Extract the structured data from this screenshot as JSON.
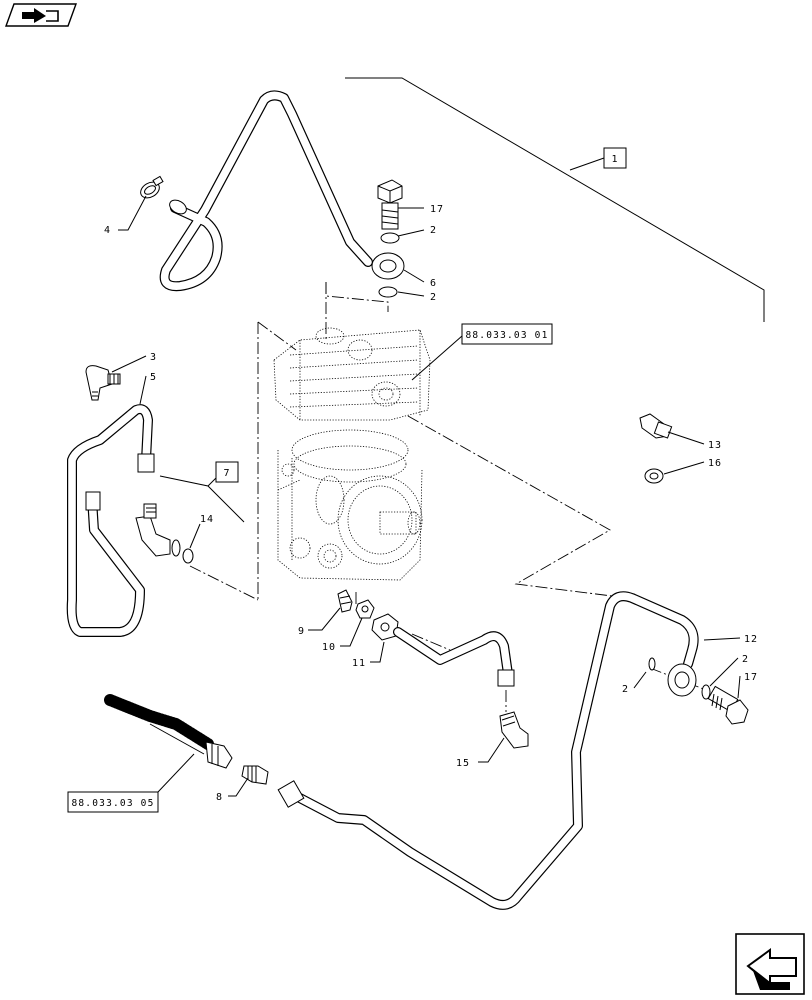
{
  "callouts": {
    "c1": "1",
    "c2a": "2",
    "c2b": "2",
    "c2c": "2",
    "c2d": "2",
    "c3": "3",
    "c4": "4",
    "c5": "5",
    "c6": "6",
    "c7": "7",
    "c8": "8",
    "c9": "9",
    "c10": "10",
    "c11": "11",
    "c12": "12",
    "c13": "13",
    "c14": "14",
    "c15": "15",
    "c16": "16",
    "c17a": "17",
    "c17b": "17"
  },
  "refs": {
    "compressor": "88.033.03 01",
    "hose": "88.033.03 05"
  },
  "icons": {
    "top_left": "back-arrow-icon",
    "bottom_right": "next-page-icon"
  }
}
